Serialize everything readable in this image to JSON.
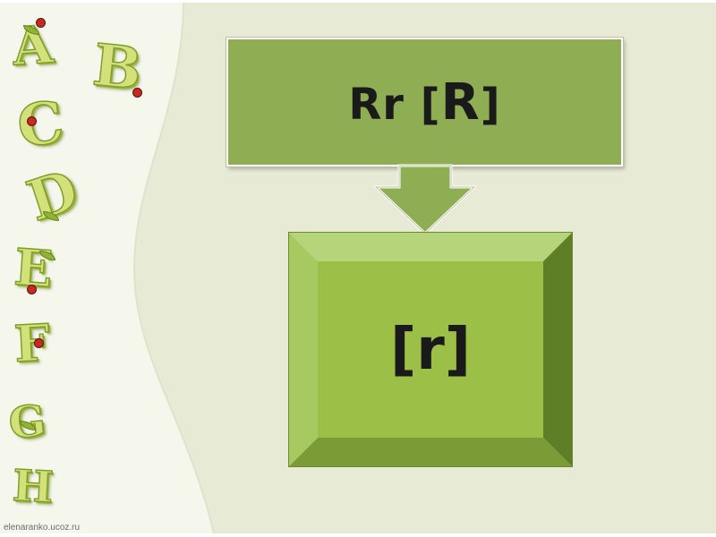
{
  "slide": {
    "header_prefix": "Rr ",
    "header_bracket_open": "[",
    "header_letter": "R",
    "header_bracket_close": "]",
    "box_text": "[r]",
    "watermark": "elenaranko.ucoz.ru"
  },
  "alphabet": [
    "A",
    "B",
    "C",
    "D",
    "E",
    "F",
    "G",
    "H"
  ],
  "colors": {
    "background": "#e7ead5",
    "panel": "#f5f6ea",
    "header_fill": "#8fad52",
    "arrow_fill": "#8fad52",
    "box_face": "#9bbf47",
    "text": "#1a1a1a"
  }
}
